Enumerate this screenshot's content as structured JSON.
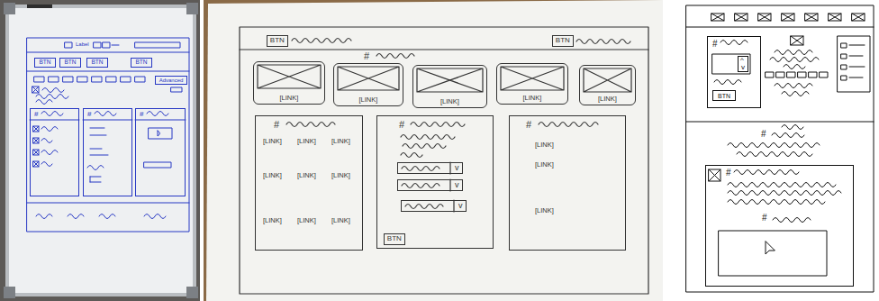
{
  "diagram": {
    "nodes": [
      {
        "text": [
          "BTN"
        ]
      },
      {
        "text": [
          "BTN"
        ]
      },
      {
        "text": [
          "BTN"
        ]
      },
      {
        "text": [
          "BTN"
        ]
      },
      {
        "text": [
          "Advanced"
        ]
      },
      {
        "text": [
          "#"
        ]
      },
      {
        "text": [
          "#"
        ]
      },
      {
        "text": [
          "#"
        ]
      },
      {
        "text": [
          "BTN"
        ]
      },
      {
        "text": [
          "BTN"
        ]
      },
      {
        "text": [
          "[LINK]"
        ]
      },
      {
        "text": [
          "[LINK]"
        ]
      },
      {
        "text": [
          "[LINK]"
        ]
      },
      {
        "text": [
          "[LINK]"
        ]
      },
      {
        "text": [
          "[LINK]"
        ]
      },
      {
        "text": [
          "#",
          "[LINK]",
          "[LINK]",
          "[LINK]",
          "[LINK]",
          "[LINK]",
          "[LINK]",
          "[LINK]",
          "[LINK]",
          "[LINK]"
        ]
      },
      {
        "text": [
          "#"
        ]
      },
      {
        "text": [
          "v"
        ],
        "in": 16
      },
      {
        "text": [
          "v"
        ],
        "in": 16
      },
      {
        "text": [
          "v"
        ],
        "in": 16
      },
      {
        "text": [
          "BTN"
        ],
        "in": 16
      },
      {
        "text": [
          "#",
          "[LINK]",
          "[LINK]",
          "[LINK]"
        ]
      },
      {
        "text": [
          "#"
        ]
      },
      {
        "text": [
          "^",
          "v"
        ],
        "in": 22
      },
      {
        "text": [
          "BTN"
        ],
        "in": 22
      },
      {
        "text": [
          "#",
          "#"
        ]
      }
    ],
    "labels": [
      "Label",
      "#",
      "#"
    ]
  }
}
